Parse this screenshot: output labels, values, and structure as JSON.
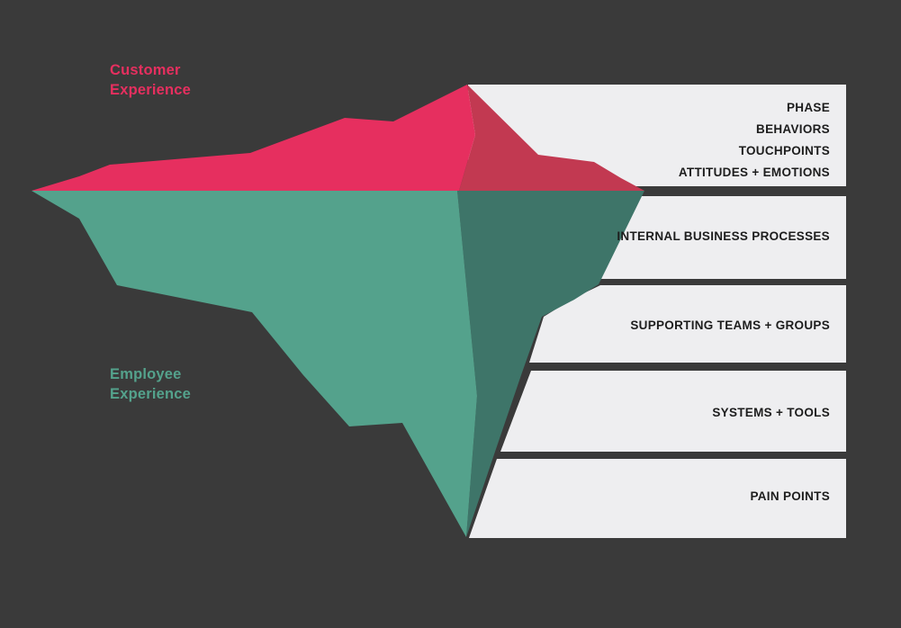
{
  "colors": {
    "background": "#3a3a3a",
    "customer": "#e62f5f",
    "customer_shadow": "#c23951",
    "employee": "#54a28c",
    "employee_shadow": "#3e7569",
    "panel": "#eeeef0",
    "panel_text": "#1d1d1d"
  },
  "legend": {
    "customer": [
      "Customer",
      "Experience"
    ],
    "employee": [
      "Employee",
      "Experience"
    ]
  },
  "panels": [
    {
      "name": "surface",
      "lines": [
        "PHASE",
        "BEHAVIORS",
        "TOUCHPOINTS",
        "ATTITUDES + EMOTIONS"
      ]
    },
    {
      "name": "internal-business-processes",
      "lines": [
        "INTERNAL BUSINESS PROCESSES"
      ]
    },
    {
      "name": "supporting-teams-groups",
      "lines": [
        "SUPPORTING TEAMS + GROUPS"
      ]
    },
    {
      "name": "systems-tools",
      "lines": [
        "SYSTEMS + TOOLS"
      ]
    },
    {
      "name": "pain-points",
      "lines": [
        "PAIN POINTS"
      ]
    }
  ]
}
